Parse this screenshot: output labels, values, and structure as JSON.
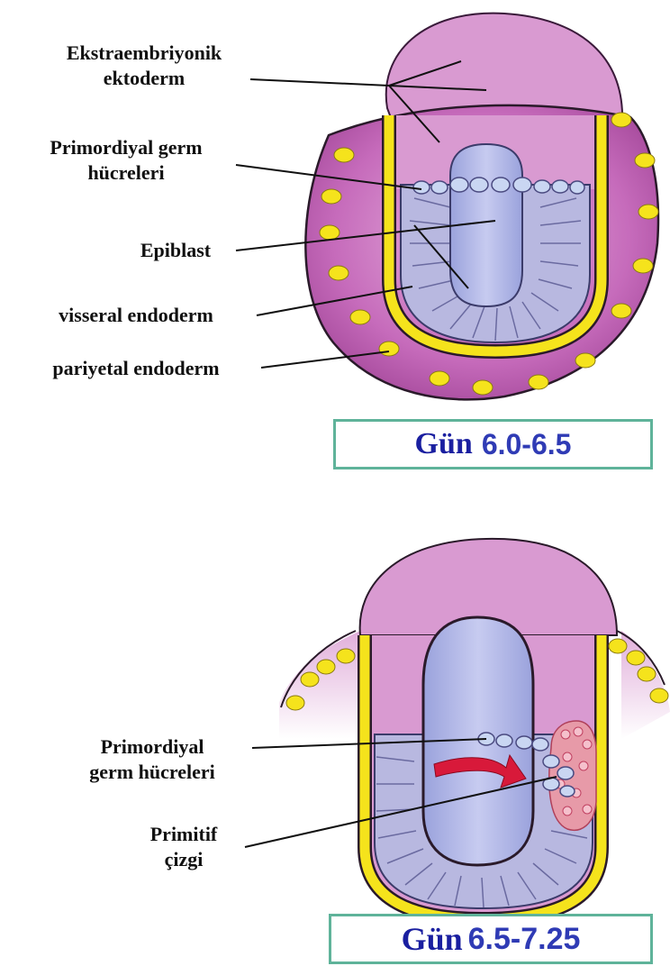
{
  "panel_top": {
    "labels": {
      "extraembryonic": [
        "Ekstraembriyonik",
        "ektoderm"
      ],
      "pgc": [
        "Primordiyal germ",
        "hücreleri"
      ],
      "epiblast": "Epiblast",
      "visceral": "visseral endoderm",
      "parietal": "pariyetal endoderm"
    },
    "stage": {
      "word": "Gün",
      "range": "6.0-6.5"
    }
  },
  "panel_bottom": {
    "labels": {
      "pgc": [
        "Primordiyal",
        "germ hücreleri"
      ],
      "streak": [
        "Primitif",
        "çizgi"
      ]
    },
    "stage": {
      "word": "Gün",
      "range": "6.5-7.25"
    }
  },
  "colors": {
    "ectoderm": "#d99ad1",
    "cavity": "#c263b8",
    "epiblast": "#b8b8e0",
    "lumen": "#a9b0e0",
    "yellow": "#f5e31c",
    "streak": "#e79aa8",
    "arrow": "#d8193a",
    "badge_border": "#5fb39a",
    "badge_text": "#1a1fa0"
  }
}
